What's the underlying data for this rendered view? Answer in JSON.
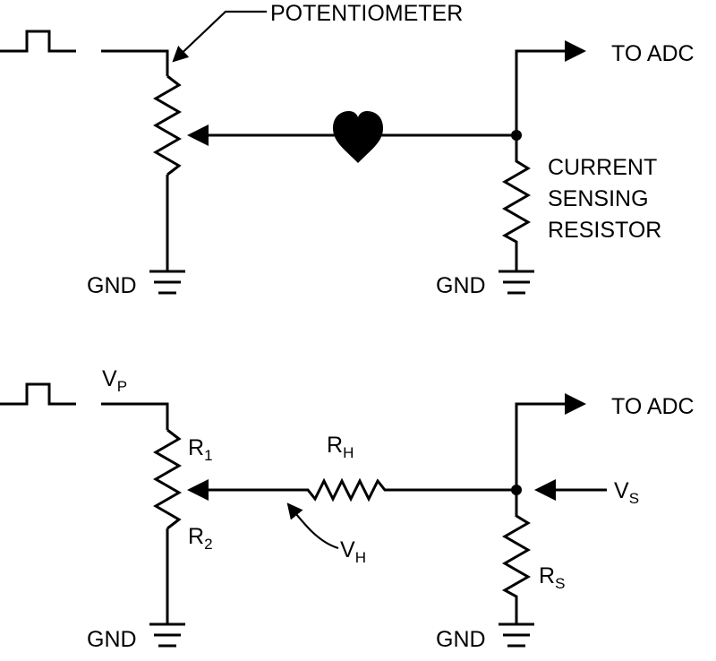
{
  "top": {
    "potentiometer": "POTENTIOMETER",
    "to_adc": "TO ADC",
    "current_sensing": [
      "CURRENT",
      "SENSING",
      "RESISTOR"
    ],
    "gnd_left": "GND",
    "gnd_right": "GND"
  },
  "bottom": {
    "vp": {
      "main": "V",
      "sub": "P"
    },
    "r1": {
      "main": "R",
      "sub": "1"
    },
    "r2": {
      "main": "R",
      "sub": "2"
    },
    "rh": {
      "main": "R",
      "sub": "H"
    },
    "vh": {
      "main": "V",
      "sub": "H"
    },
    "vs": {
      "main": "V",
      "sub": "S"
    },
    "rs": {
      "main": "R",
      "sub": "S"
    },
    "to_adc": "TO ADC",
    "gnd_left": "GND",
    "gnd_right": "GND"
  },
  "colors": {
    "ink": "#000000",
    "background": "#ffffff"
  }
}
